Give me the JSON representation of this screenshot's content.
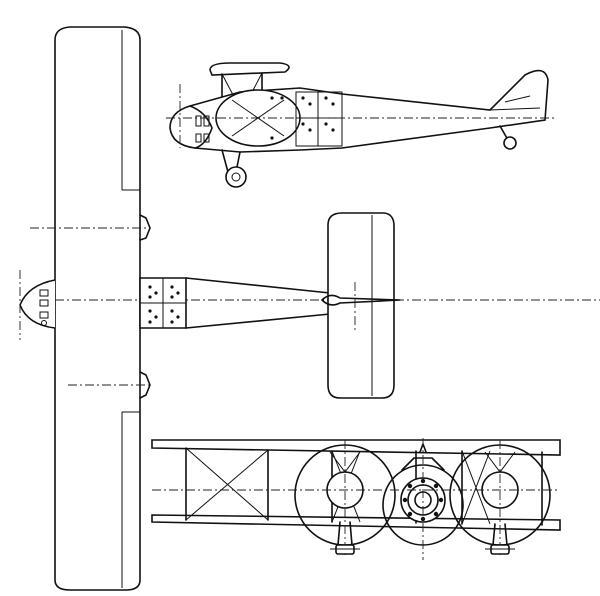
{
  "title": "",
  "views": [
    {
      "name": "side-view"
    },
    {
      "name": "top-view"
    },
    {
      "name": "front-view"
    }
  ],
  "colors": {
    "line": "#111111",
    "background": "#ffffff"
  }
}
